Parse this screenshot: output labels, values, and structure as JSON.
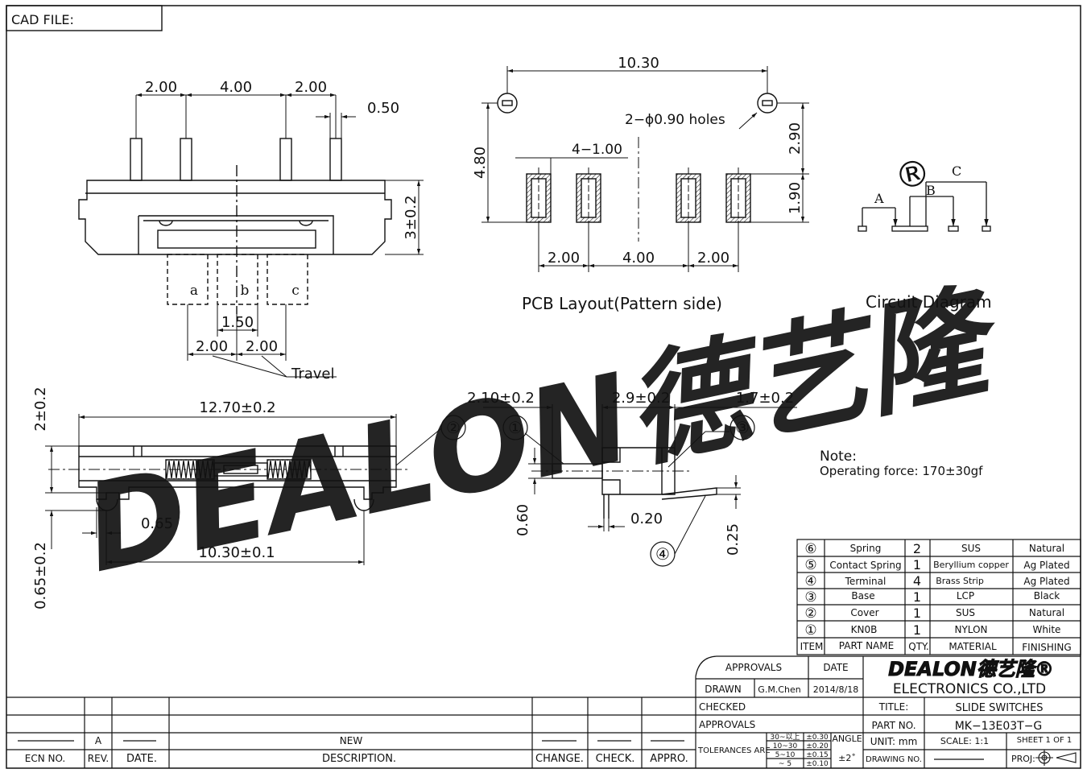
{
  "cad_file_label": "CAD FILE:",
  "front_view": {
    "pin_pitch": [
      "2.00",
      "4.00",
      "2.00"
    ],
    "pin_width": "0.50",
    "height": "3±0.2",
    "positions": [
      "a",
      "b",
      "c"
    ],
    "knob_width": "1.50",
    "travel": [
      "2.00",
      "2.00"
    ],
    "travel_label": "Travel"
  },
  "pcb_layout": {
    "title": "PCB Layout(Pattern side)",
    "total_width": "10.30",
    "holes_label": "2−ϕ0.90  holes",
    "pad_size": "4−1.00",
    "height": "4.80",
    "dim_upper": "2.90",
    "dim_lower": "1.90",
    "pad_pitch": [
      "2.00",
      "4.00",
      "2.00"
    ]
  },
  "circuit": {
    "title": "Circuit Diagram",
    "labels": [
      "A",
      "B",
      "C"
    ]
  },
  "bottom_view": {
    "length": "12.70±0.2",
    "height": "2±0.2",
    "offset": "0.65",
    "mount_span": "10.30±0.1",
    "leg_height": "0.65±0.2"
  },
  "side_view": {
    "dim_1": "2.10±0.2",
    "dim_2": "2.9±0.2",
    "dim_3": "1.7±0.2",
    "knob_thickness": "0.60",
    "terminal_width": "0.20",
    "terminal_thickness": "0.25"
  },
  "callouts": [
    "①",
    "②",
    "③",
    "④"
  ],
  "watermark": {
    "text": "DEALON德艺隆",
    "mark": "®",
    "color": "#19f5f5"
  },
  "note": {
    "heading": "Note:",
    "text": "Operating force: 170±30gf"
  },
  "bom": {
    "headers": [
      "ITEM",
      "PART NAME",
      "QTY.",
      "MATERIAL",
      "FINISHING"
    ],
    "rows": [
      {
        "item": "⑥",
        "name": "Spring",
        "qty": "2",
        "material": "SUS",
        "finish": "Natural"
      },
      {
        "item": "⑤",
        "name": "Contact Spring",
        "qty": "1",
        "material": "Beryllium copper",
        "finish": "Ag Plated"
      },
      {
        "item": "④",
        "name": "Terminal",
        "qty": "4",
        "material": "Brass Strip",
        "finish": "Ag Plated"
      },
      {
        "item": "③",
        "name": "Base",
        "qty": "1",
        "material": "LCP",
        "finish": "Black"
      },
      {
        "item": "②",
        "name": "Cover",
        "qty": "1",
        "material": "SUS",
        "finish": "Natural"
      },
      {
        "item": "①",
        "name": "KN0B",
        "qty": "1",
        "material": "NYLON",
        "finish": "White"
      }
    ]
  },
  "title_block": {
    "approvals": "APPROVALS",
    "date": "DATE",
    "drawn": "DRAWN",
    "drawn_by": "G.M.Chen",
    "drawn_date": "2014/8/18",
    "checked": "CHECKED",
    "approvals_row": "APPROVALS",
    "tolerances": "TOLERANCES ARE",
    "tol_ranges": [
      "30~以上",
      "10~30",
      "5~10",
      "~ 5"
    ],
    "tol_values": [
      "±0.30",
      "±0.20",
      "±0.15",
      "±0.10"
    ],
    "angle_label": "ANGLE",
    "angle_value": "±2˚",
    "company_logo": "DEALON德艺隆®",
    "company": "ELECTRONICS  CO.,LTD",
    "title_label": "TITLE:",
    "title": "SLIDE  SWITCHES",
    "part_no_label": "PART  NO.",
    "part_no": "MK−13E03T−G",
    "unit": "UNIT:  mm",
    "scale": "SCALE:   1:1",
    "sheet": "SHEET   1  OF  1",
    "drawing_no_label": "DRAWING  NO.",
    "proj_label": "PROJ:"
  },
  "revision_block": {
    "rev_value": "A",
    "description_value": "NEW",
    "headers": [
      "ECN  NO.",
      "REV.",
      "DATE.",
      "DESCRIPTION.",
      "CHANGE.",
      "CHECK.",
      "APPRO."
    ]
  }
}
